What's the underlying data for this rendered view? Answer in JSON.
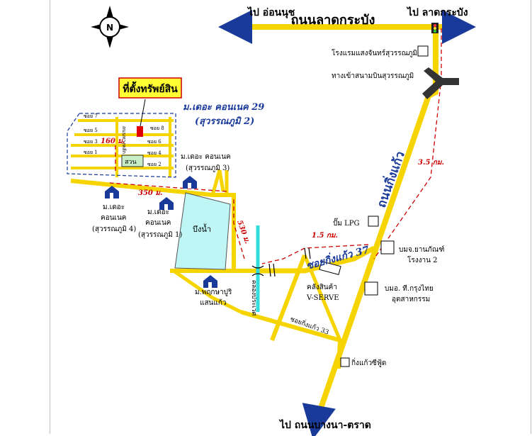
{
  "map": {
    "north_letter": "N",
    "roads": {
      "lat_krabang": "ถนนลาดกระบัง",
      "king_kaeo": "ถนนกิ่งแก้ว",
      "soi_37": "ซอยกิ่งแก้ว 37",
      "soi_33": "ซอยกิ่งแก้ว 33",
      "canal": "คลองประเวศ"
    },
    "directions": {
      "to_on_nut": "ไป อ่อนนุช",
      "to_lat_krabang": "ไป ลาดกระบัง",
      "to_bangna_trat": "ไป ถนนบางนา-ตราด"
    },
    "property_label": "ที่ตั้งทรัพย์สิน",
    "landmarks": {
      "suvarnabhumi_hotel": "โรงแรมแสงจันทร์สุวรรณภูมิ",
      "airport_entrance": "ทางเข้าสนามบินสุวรรณภูมิ",
      "lpg": "ปั๊ม LPG",
      "ubon_factory": "บมจ.ยานภัณฑ์",
      "ubon_factory_2": "โรงงาน 2",
      "krungthai": "บมอ. ที.กรุงไทย",
      "krungthai_2": "อุตสาหกรรม",
      "warehouse": "คลังสินค้า",
      "warehouse_2": "V-SERVE",
      "kingkaeo_seafood": "กิ่งแก้วซีฟู้ด",
      "lake": "บึงน้ำ",
      "park": "สวน"
    },
    "villages": {
      "connect29_a": "ม.เดอะ คอนเนค 29",
      "connect29_b": "(สุวรรณภูมิ 2)",
      "connect3_a": "ม.เดอะ คอนเนค",
      "connect3_b": "(สุวรรณภูมิ 3)",
      "connect4_a": "ม.เดอะ",
      "connect4_b": "คอนเนค",
      "connect4_c": "(สุวรรณภูมิ 4)",
      "connect1_a": "ม.เดอะ",
      "connect1_b": "คอนเนค",
      "connect1_c": "(สุวรรณภูมิ 1)",
      "pruksa_a": "ม.พฤกษาปูริ",
      "pruksa_b": "แสนแก้ว"
    },
    "sois": {
      "s7": "ซอย 7",
      "s5": "ซอย 5",
      "s3": "ซอย 3",
      "s1": "ซอย 1",
      "s8": "ซอย 8",
      "s6": "ซอย 6",
      "s4": "ซอย 4",
      "s2": "ซอย 2",
      "main": "ถนนทางหลัก"
    },
    "distances": {
      "d160": "160 ม.",
      "d350": "350 ม.",
      "d530": "530 ม.",
      "d15": "1.5 กม.",
      "d35": "3.5 กม."
    },
    "colors": {
      "road": "#f5d400",
      "route": "#cc0000",
      "arrow": "#1a3a9a",
      "lake": "#bff5f5",
      "canal": "#33dddd",
      "property": "#e00000",
      "callout": "#ffff33",
      "park": "#c8eec8",
      "label_blue": "#1a3a9a"
    },
    "icons": [
      "north-arrow-icon",
      "house-icon",
      "traffic-light-icon",
      "bridge-icon",
      "building-square-icon"
    ]
  }
}
